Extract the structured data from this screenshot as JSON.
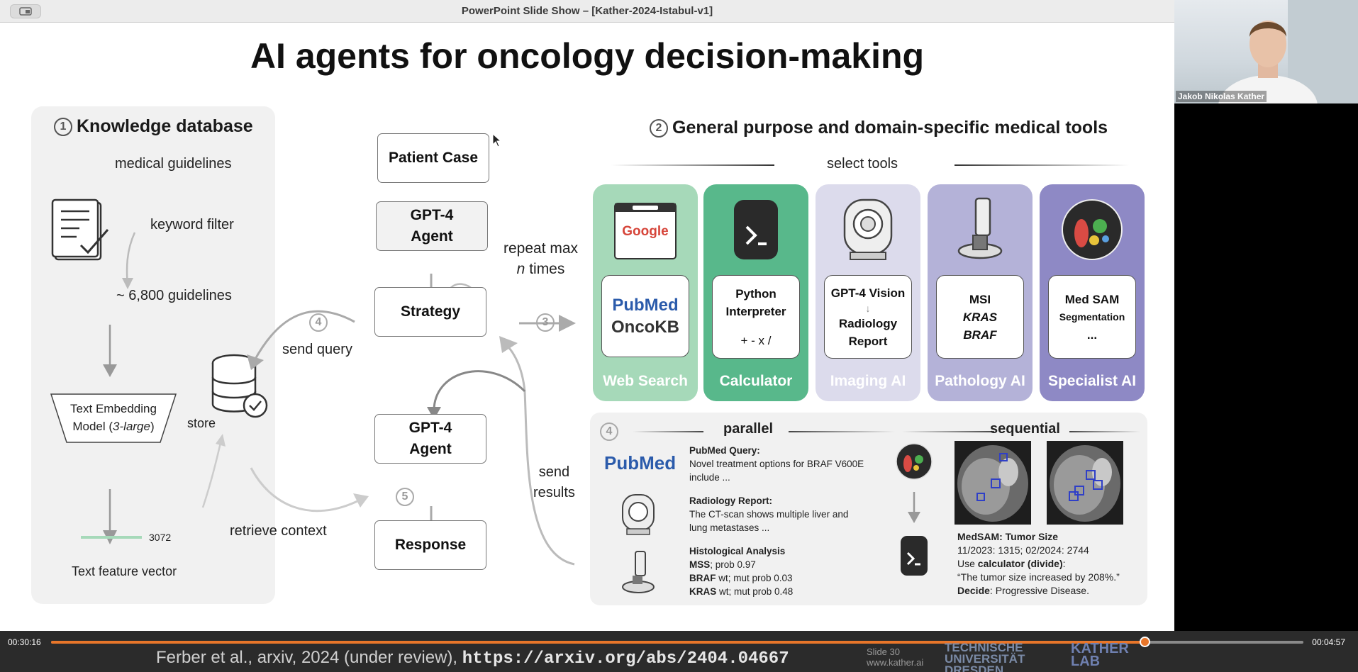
{
  "window": {
    "title": "PowerPoint Slide Show – [Kather-2024-Istabul-v1]"
  },
  "slide": {
    "title": "AI agents for oncology decision-making",
    "section1": {
      "num": "1",
      "title": "Knowledge database",
      "medical_guidelines": "medical guidelines",
      "keyword_filter": "keyword filter",
      "guidelines_count": "~ 6,800 guidelines",
      "embed_line1": "Text Embedding",
      "embed_line2_prefix": "Model (",
      "embed_line2_italic": "3-large",
      "embed_line2_suffix": ")",
      "vector_dim": "3072",
      "vector_label": "Text feature vector",
      "store": "store"
    },
    "flow": {
      "patient_case": "Patient Case",
      "agent_line1": "GPT-4",
      "agent_line2": "Agent",
      "strategy": "Strategy",
      "response": "Response",
      "repeat_line1": "repeat max",
      "repeat_n": "n",
      "repeat_line2_suffix": " times",
      "step3": "3",
      "step4": "4",
      "step5": "5",
      "send_query": "send query",
      "retrieve_context": "retrieve context",
      "send_results_line1": "send",
      "send_results_line2": "results"
    },
    "section2": {
      "num": "2",
      "title": "General purpose and domain-specific medical tools",
      "select_tools": "select tools",
      "tools": {
        "web": {
          "name": "Web Search",
          "google": "Google",
          "pubmed": "PubMed",
          "oncokb": "OncoKB",
          "color": "#a6d9b9"
        },
        "calc": {
          "name": "Calculator",
          "line1": "Python",
          "line2": "Interpreter",
          "ops": "+ - x /",
          "color": "#58b88b"
        },
        "imaging": {
          "name": "Imaging AI",
          "line1": "GPT-4 Vision",
          "line2": "Radiology",
          "line3": "Report",
          "color": "#dcdbec"
        },
        "pathology": {
          "name": "Pathology AI",
          "line1": "MSI",
          "line2": "KRAS",
          "line3": "BRAF",
          "color": "#b4b2d8"
        },
        "specialist": {
          "name": "Specialist AI",
          "line1": "Med SAM",
          "line2": "Segmentation",
          "line3": "...",
          "color": "#8e89c5"
        }
      }
    },
    "section4": {
      "num": "4",
      "parallel": "parallel",
      "sequential": "sequential",
      "pubmed_logo": "PubMed",
      "pubmed_query_title": "PubMed Query:",
      "pubmed_query_line1": "Novel treatment options for BRAF V600E",
      "pubmed_query_line2": "include ...",
      "radiology_title": "Radiology Report:",
      "radiology_line1": "The CT-scan shows multiple liver and",
      "radiology_line2": "lung metastases ...",
      "histo_title": "Histological Analysis",
      "histo_mss_b": "MSS",
      "histo_mss": "; prob 0.97",
      "histo_braf_b": "BRAF",
      "histo_braf": " wt; mut prob 0.03",
      "histo_kras_b": "KRAS",
      "histo_kras": " wt; mut prob 0.48",
      "medsam_title": "MedSAM: Tumor Size",
      "medsam_line1": "11/2023:  1315;  02/2024: 2744",
      "medsam_use_prefix": "Use ",
      "medsam_use_b": "calculator (divide)",
      "medsam_use_suffix": ":",
      "medsam_quote": "“The tumor size increased by 208%.”",
      "medsam_decide_b": "Decide",
      "medsam_decide": ": Progressive Disease."
    }
  },
  "footer": {
    "citation": "Ferber et al., arxiv, 2024 (under review), ",
    "url": "https://arxiv.org/abs/2404.04667",
    "slide_no": "Slide 30",
    "site": "www.kather.ai",
    "tud_line1": "TECHNISCHE",
    "tud_line2": "UNIVERSITÄT",
    "tud_line3": "DRESDEN",
    "kl_line1": "KATHER",
    "kl_line2": "LAB"
  },
  "player": {
    "current_time": "00:30:16",
    "duration": "00:04:57",
    "progress": 0.873
  },
  "video": {
    "participant_name": "Jakob Nikolas Kather"
  }
}
